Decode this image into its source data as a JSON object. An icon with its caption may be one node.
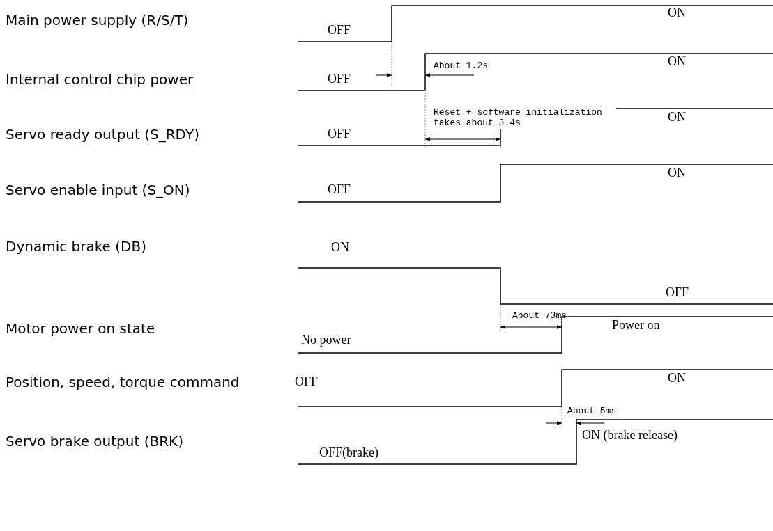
{
  "diagram": {
    "labels": [
      "Main power supply (R/S/T)",
      "OFF",
      "ON",
      "About 1.2s",
      "Internal control chip power",
      "OFF",
      "ON",
      "Reset + software initialization takes about 3.4s",
      "Servo ready output (S_RDY)",
      "OFF",
      "ON",
      "Servo enable input (S_ON)",
      "OFF",
      "ON",
      "Dynamic brake (DB)",
      "ON",
      "OFF",
      "About 73ms",
      "Motor power on state",
      "No power",
      "Power on",
      "Position, speed, torque command",
      "OFF",
      "ON",
      "About 5ms",
      "Servo brake output (BRK)",
      "OFF(brake)",
      "ON (brake release)"
    ]
  }
}
